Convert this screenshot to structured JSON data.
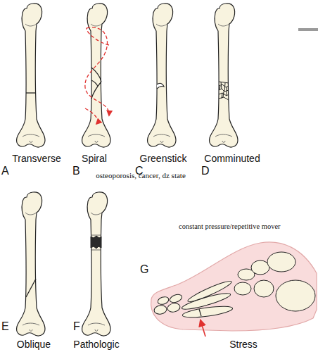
{
  "diagram": {
    "labels": [
      "A",
      "Transverse",
      "B",
      "Spiral",
      "C",
      "Greenstick",
      "D",
      "Comminuted",
      "osteoporosis, cancer, dz state",
      "E",
      "Oblique",
      "F",
      "Pathologic",
      "constant pressure/repetitive mover",
      "G",
      "Stress"
    ]
  }
}
